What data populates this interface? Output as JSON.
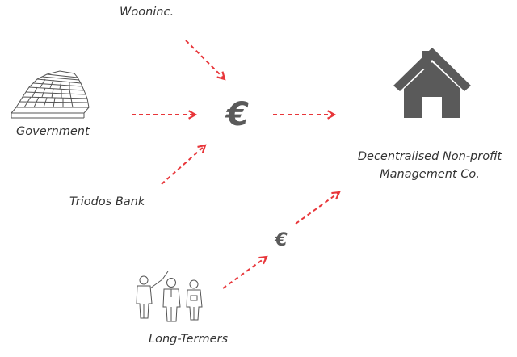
{
  "nodes": {
    "wooninc": {
      "label": "Wooninc."
    },
    "government": {
      "label": "Government"
    },
    "triodos": {
      "label": "Triodos Bank"
    },
    "long_termers": {
      "label": "Long-Termers"
    },
    "management": {
      "label_line1": "Decentralised Non-profit",
      "label_line2": "Management Co."
    }
  },
  "symbols": {
    "euro_main": "€",
    "euro_small": "€"
  },
  "colors": {
    "arrow": "#e8363a",
    "icon": "#5a5a5a",
    "text": "#333333"
  },
  "icons": {
    "house": "house-icon",
    "parliament": "parliament-icon",
    "people": "people-icon"
  }
}
